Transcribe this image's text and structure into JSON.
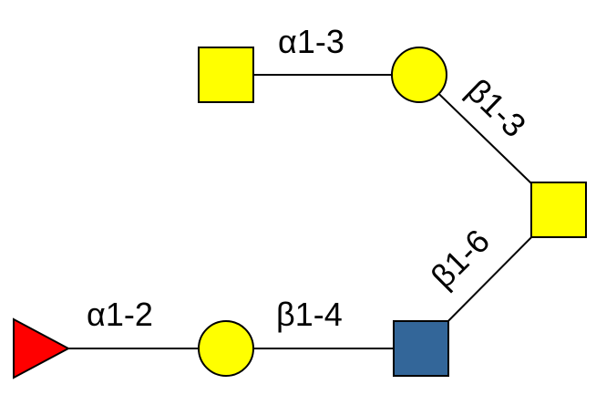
{
  "title": "Glycan structure",
  "colors": {
    "galnac": "#FFFF00",
    "gal": "#FFFF00",
    "glcnac": "#336699",
    "fuc": "#FF0000",
    "edge": "#000000"
  },
  "nodes": [
    {
      "id": "n1",
      "shape": "square",
      "color": "#FFFF00"
    },
    {
      "id": "n2",
      "shape": "circle",
      "color": "#FFFF00"
    },
    {
      "id": "n3",
      "shape": "square",
      "color": "#FFFF00"
    },
    {
      "id": "n4",
      "shape": "square",
      "color": "#336699"
    },
    {
      "id": "n5",
      "shape": "circle",
      "color": "#FFFF00"
    },
    {
      "id": "n6",
      "shape": "triangle",
      "color": "#FF0000"
    }
  ],
  "linkages": {
    "a13": "α1-3",
    "b13": "β1-3",
    "b16": "β1-6",
    "b14": "β1-4",
    "a12": "α1-2"
  }
}
